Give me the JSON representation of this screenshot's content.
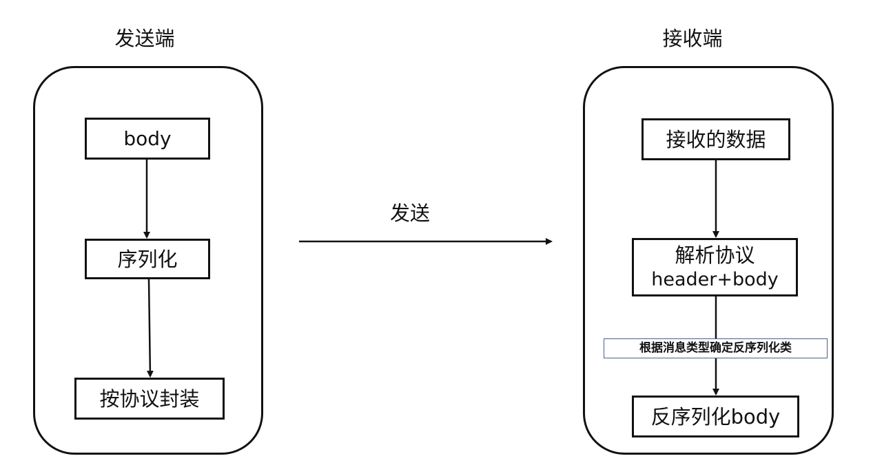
{
  "sender": {
    "title": "发送端",
    "steps": [
      "body",
      "序列化",
      "按协议封装"
    ]
  },
  "transfer": {
    "label": "发送"
  },
  "receiver": {
    "title": "接收端",
    "steps": {
      "received": "接收的数据",
      "parse_line1": "解析协议",
      "parse_line2": "header+body",
      "deserialize": "反序列化body"
    },
    "annotation": "根据消息类型确定反序列化类"
  },
  "colors": {
    "stroke": "#111111",
    "annotation_border": "#4a5f8a",
    "background": "#ffffff"
  }
}
